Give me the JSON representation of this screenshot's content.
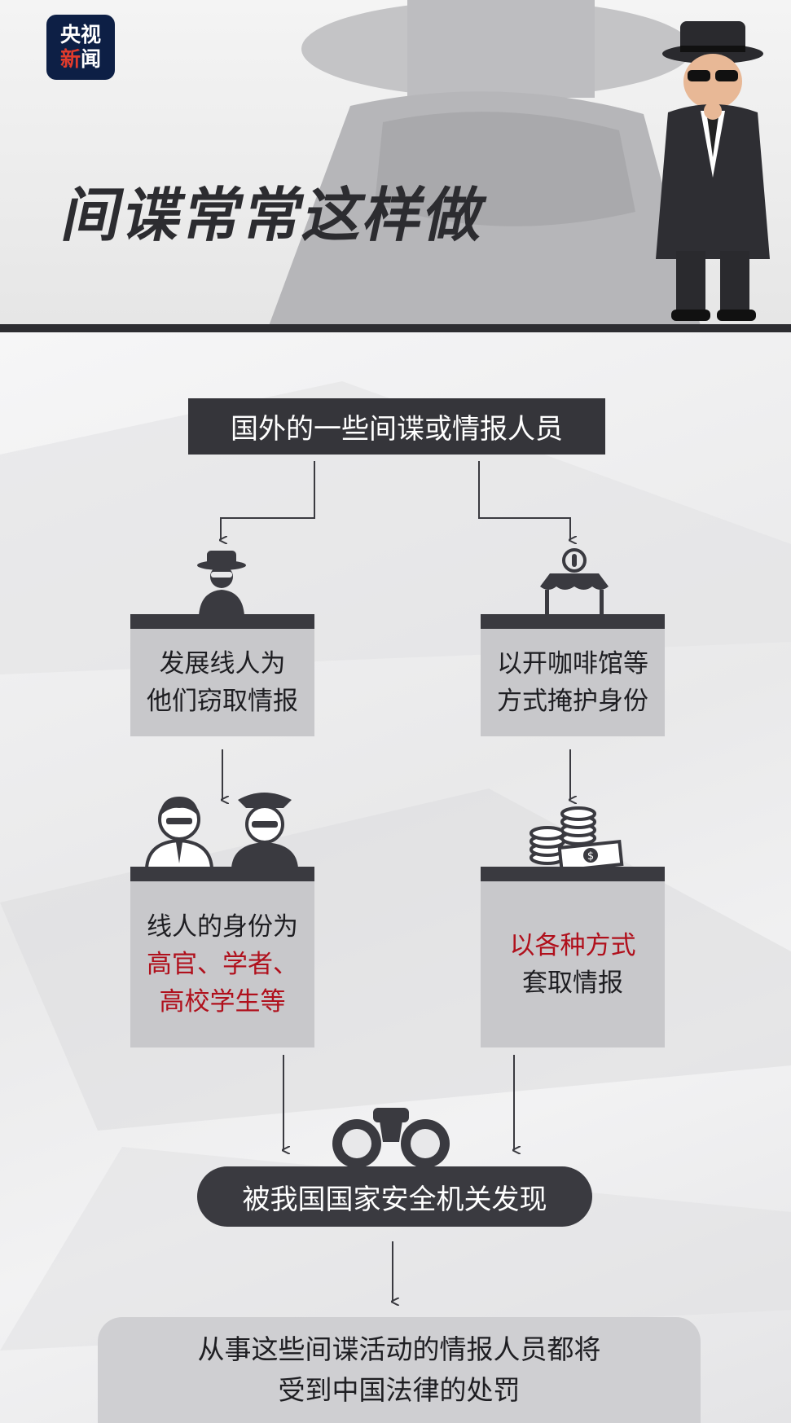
{
  "logo": {
    "line1": "央视",
    "line2a": "新",
    "line2b": "闻"
  },
  "title": "间谍常常这样做",
  "flow": {
    "top": "国外的一些间谍或情报人员",
    "left_card1": {
      "line1": "发展线人为",
      "line2": "他们窃取情报"
    },
    "right_card1": {
      "line1": "以开咖啡馆等",
      "line2": "方式掩护身份"
    },
    "left_card2": {
      "line1": "线人的身份为",
      "line2": "高官、学者、",
      "line3": "高校学生等"
    },
    "right_card2": {
      "line1": "以各种方式",
      "line2": "套取情报"
    },
    "discovered": "被我国国家安全机关发现",
    "final": {
      "line1": "从事这些间谍活动的情报人员都将",
      "line2": "受到中国法律的处罚"
    }
  },
  "colors": {
    "dark": "#35353a",
    "card": "#c8c8cb",
    "accent_red": "#b0101c",
    "logo_bg": "#0d1f45"
  },
  "icons": [
    "spy-icon",
    "coffee-shop-icon",
    "officials-icon",
    "money-icon",
    "binoculars-icon"
  ]
}
